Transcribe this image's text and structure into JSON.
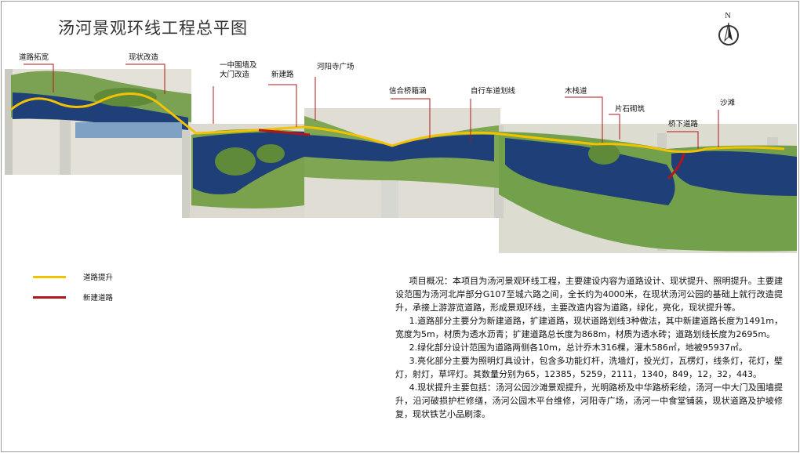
{
  "title": "汤河景观环线工程总平图",
  "north_label": "N",
  "colors": {
    "road_upgrade": "#f2c200",
    "new_road": "#b2161b",
    "water": "#1e3f78",
    "green": "#5c8a3a"
  },
  "map_labels": [
    {
      "id": "lbl-road-widen",
      "text": "道路拓宽"
    },
    {
      "id": "lbl-existing-improve",
      "text": "现状改造"
    },
    {
      "id": "lbl-school-wall",
      "text": "一中围墙及\n大门改造"
    },
    {
      "id": "lbl-new-road",
      "text": "新建路"
    },
    {
      "id": "lbl-heyang-temple",
      "text": "河阳寺广场"
    },
    {
      "id": "lbl-bridge-culvert",
      "text": "信合桥箱涵"
    },
    {
      "id": "lbl-bike-lane",
      "text": "自行车道划线"
    },
    {
      "id": "lbl-boardwalk",
      "text": "木栈道"
    },
    {
      "id": "lbl-stone-beach",
      "text": "片石砌筑"
    },
    {
      "id": "lbl-under-bridge",
      "text": "桥下道路"
    },
    {
      "id": "lbl-sand-beach",
      "text": "沙滩"
    }
  ],
  "legend": [
    {
      "label": "道路提升",
      "color": "#f2c200"
    },
    {
      "label": "新建道路",
      "color": "#b2161b"
    }
  ],
  "description": [
    "项目概况：本项目为汤河景观环线工程，主要建设内容为道路设计、现状提升、照明提升。主要建设范围为汤河北岸部分G107至城六路之间，全长约为4000米，在现状汤河公园的基础上就行改造提升，承接上游游览道路，形成景观环线，主要改造内容为道路，绿化，亮化，现状提升等。",
    "1.道路部分主要分为新建道路，扩建道路，现状道路划线3种做法，其中新建道路长度为1491m，宽度为5m，材质为透水沥青；扩建道路总长度为868m，材质为透水砖；道路划线长度为2695m。",
    "2.绿化部分设计范围为道路两侧各10m，总计乔木316棵，灌木586㎡，地被95937㎡。",
    "3.亮化部分主要为照明灯具设计，包含多功能灯杆，洗墙灯，投光灯，瓦楞灯，线条灯，花灯，壁灯，射灯，草坪灯。其数量分别为65，12385，5259，2111，1340，849，12，32，443。",
    "4.现状提升主要包括：汤河公园沙滩景观提升，光明路桥及中华路桥彩绘，汤河一中大门及围墙提升，沿河破损护栏修缮，汤河公园木平台维修，河阳寺广场，汤河一中食堂铺装，现状道路及护坡修复，现状铁艺小品刷漆。"
  ]
}
